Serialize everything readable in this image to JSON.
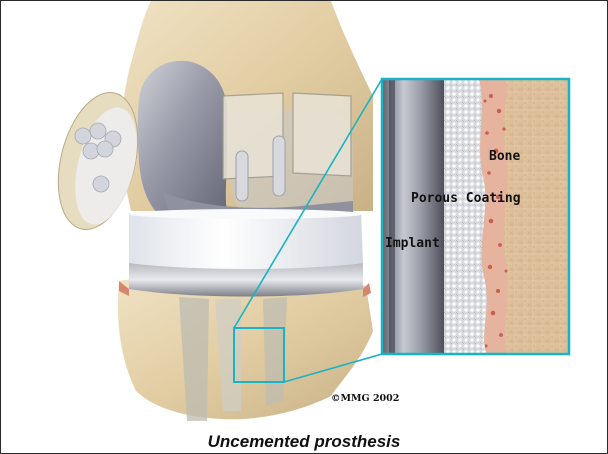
{
  "labels": {
    "bone": "Bone",
    "porous_coating": "Porous Coating",
    "implant": "Implant"
  },
  "copyright": "©MMG 2002",
  "caption": "Uncemented prosthesis",
  "colors": {
    "callout_border": "#19b4c4",
    "bone": "#e6cfa6",
    "implant_metal": "#8a8d9c",
    "tibial_insert": "#f4f5f8",
    "cancellous_pink": "#e3a089"
  }
}
